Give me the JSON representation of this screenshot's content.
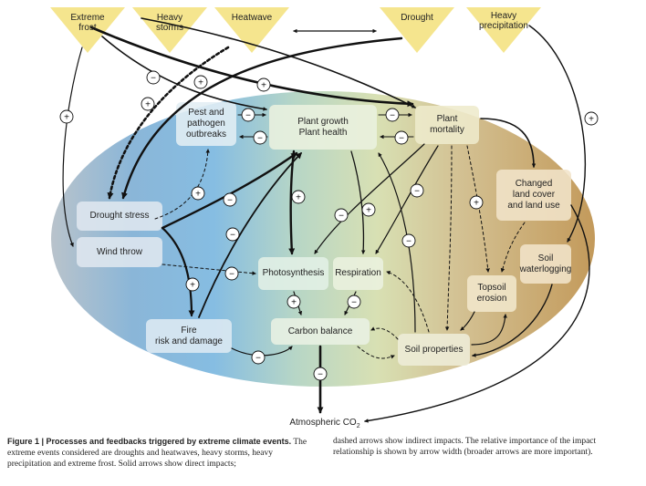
{
  "events": {
    "extreme_frost": "Extreme\nfrost",
    "heavy_storms": "Heavy\nstorms",
    "heatwave": "Heatwave",
    "drought": "Drought",
    "heavy_precipitation": "Heavy\nprecipitation"
  },
  "boxes": {
    "pest": "Pest and\npathogen\noutbreaks",
    "plant_growth": "Plant growth\nPlant health",
    "plant_mortality": "Plant\nmortality",
    "changed_land": "Changed\nland cover\nand land use",
    "drought_stress": "Drought stress",
    "wind_throw": "Wind throw",
    "photosynthesis": "Photosynthesis",
    "respiration": "Respiration",
    "topsoil": "Topsoil\nerosion",
    "soil_waterlogging": "Soil\nwaterlogging",
    "fire": "Fire\nrisk and damage",
    "carbon_balance": "Carbon balance",
    "soil_properties": "Soil properties"
  },
  "atmospheric": {
    "text": "Atmospheric CO",
    "subscript": "2"
  },
  "signs": {
    "plus": "+",
    "minus": "−"
  },
  "caption": {
    "title": "Figure 1 | Processes and feedbacks triggered by extreme climate events.",
    "left_text": "The extreme events considered are droughts and heatwaves, heavy storms, heavy precipitation and extreme frost. Solid arrows show direct impacts;",
    "right_text": "dashed arrows show indirect impacts. The relative importance of the impact relationship is shown by arrow width (broader arrows are more important)."
  }
}
